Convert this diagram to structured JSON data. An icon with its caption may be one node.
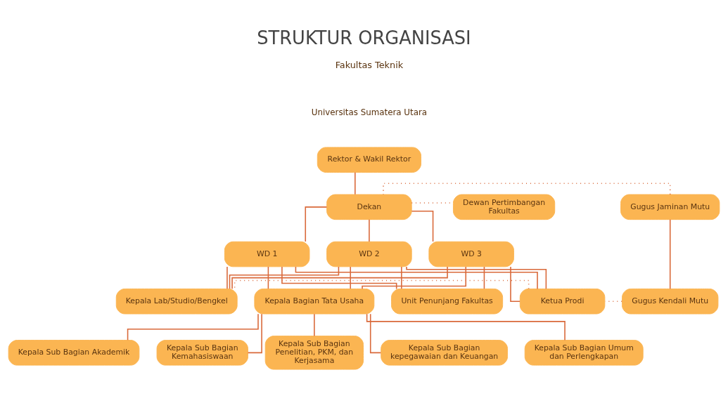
{
  "diagram": {
    "title": "STRUKTUR ORGANISASI",
    "nodes": [
      {
        "text": [
          "Rektor & Wakil Rektor"
        ]
      },
      {
        "text": [
          "Gugus Jaminan Mutu"
        ]
      },
      {
        "text": [
          "Dekan"
        ]
      },
      {
        "text": [
          "Dewan Pertimbangan Fakultas"
        ]
      },
      {
        "text": [
          "WD 1"
        ]
      },
      {
        "text": [
          "WD 2"
        ]
      },
      {
        "text": [
          "WD 3"
        ]
      },
      {
        "text": [
          "Gugus Kendali Mutu"
        ]
      },
      {
        "text": [
          "Ketua Prodi"
        ]
      },
      {
        "text": [
          "Kepala Lab/Studio/Bengkel"
        ]
      },
      {
        "text": [
          "Kepala Bagian Tata Usaha"
        ]
      },
      {
        "text": [
          "Unit Penunjang Fakultas"
        ]
      },
      {
        "text": [
          "Kepala Sub Bagian Akademik"
        ]
      },
      {
        "text": [
          "Kepala Sub Bagian Kemahasiswaan"
        ]
      },
      {
        "text": [
          "Kepala Sub Bagian Penelitian, PKM, dan Kerjasama"
        ]
      },
      {
        "text": [
          "Kepala Sub Bagian kepegawaian dan Keuangan"
        ]
      },
      {
        "text": [
          "Kepala Sub Bagian Umum dan Perlengkapan"
        ]
      }
    ],
    "edges": [
      {
        "from": 0,
        "to": 2,
        "arrow": "none"
      },
      {
        "from": 1,
        "to": 2,
        "arrow": "none",
        "style": "dashed"
      },
      {
        "from": 2,
        "to": 3,
        "arrow": "none",
        "style": "dashed"
      },
      {
        "from": 2,
        "to": 4,
        "arrow": "none"
      },
      {
        "from": 2,
        "to": 5,
        "arrow": "none"
      },
      {
        "from": 2,
        "to": 6,
        "arrow": "none"
      },
      {
        "from": 4,
        "to": 8,
        "arrow": "none"
      },
      {
        "from": 4,
        "to": 9,
        "arrow": "none"
      },
      {
        "from": 4,
        "to": 10,
        "arrow": "none"
      },
      {
        "from": 4,
        "to": 11,
        "arrow": "none"
      },
      {
        "from": 5,
        "to": 8,
        "arrow": "none"
      },
      {
        "from": 5,
        "to": 9,
        "arrow": "none"
      },
      {
        "from": 5,
        "to": 10,
        "arrow": "none"
      },
      {
        "from": 5,
        "to": 11,
        "arrow": "none"
      },
      {
        "from": 6,
        "to": 8,
        "arrow": "none"
      },
      {
        "from": 6,
        "to": 9,
        "arrow": "none"
      },
      {
        "from": 6,
        "to": 10,
        "arrow": "none"
      },
      {
        "from": 6,
        "to": 11,
        "arrow": "none"
      },
      {
        "from": 1,
        "to": 7,
        "arrow": "none"
      },
      {
        "from": 7,
        "to": 8,
        "arrow": "none",
        "style": "dashed"
      },
      {
        "from": 8,
        "to": 9,
        "arrow": "none",
        "style": "dashed"
      },
      {
        "from": 10,
        "to": 12,
        "arrow": "none"
      },
      {
        "from": 10,
        "to": 13,
        "arrow": "none"
      },
      {
        "from": 10,
        "to": 14,
        "arrow": "none"
      },
      {
        "from": 10,
        "to": 15,
        "arrow": "none"
      },
      {
        "from": 10,
        "to": 16,
        "arrow": "none"
      }
    ],
    "labels": [
      "Fakultas Teknik",
      "Universitas Sumatera Utara"
    ]
  }
}
